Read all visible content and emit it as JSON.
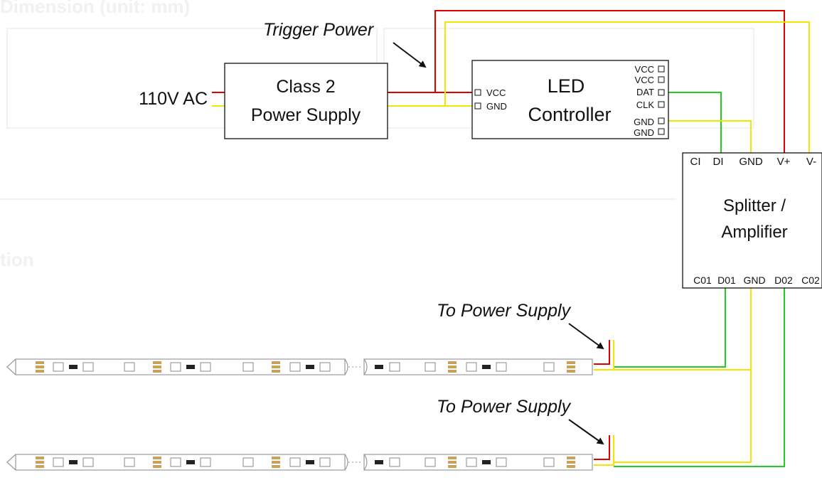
{
  "colors": {
    "vcc_wire": "#e00000",
    "gnd_wire": "#f2e600",
    "data_wire": "#22cc22",
    "outline": "#111111"
  },
  "background_ghost": {
    "dimension_heading": "Dimension (unit: mm)",
    "connection_heading": "tion"
  },
  "ac_input_label": "110V AC",
  "power_supply": {
    "line1": "Class 2",
    "line2": "Power Supply"
  },
  "trigger_label": "Trigger Power",
  "controller": {
    "line1": "LED",
    "line2": "Controller",
    "input_pins": [
      "VCC",
      "GND"
    ],
    "output_pins": [
      "VCC",
      "VCC",
      "DAT",
      "CLK",
      "GND",
      "GND"
    ]
  },
  "splitter": {
    "line1": "Splitter /",
    "line2": "Amplifier",
    "input_pins": [
      "CI",
      "DI",
      "GND",
      "V+",
      "V-"
    ],
    "output_pins": [
      "C01",
      "D01",
      "GND",
      "D02",
      "C02"
    ]
  },
  "strips": [
    {
      "label": "To Power Supply"
    },
    {
      "label": "To Power Supply"
    }
  ]
}
